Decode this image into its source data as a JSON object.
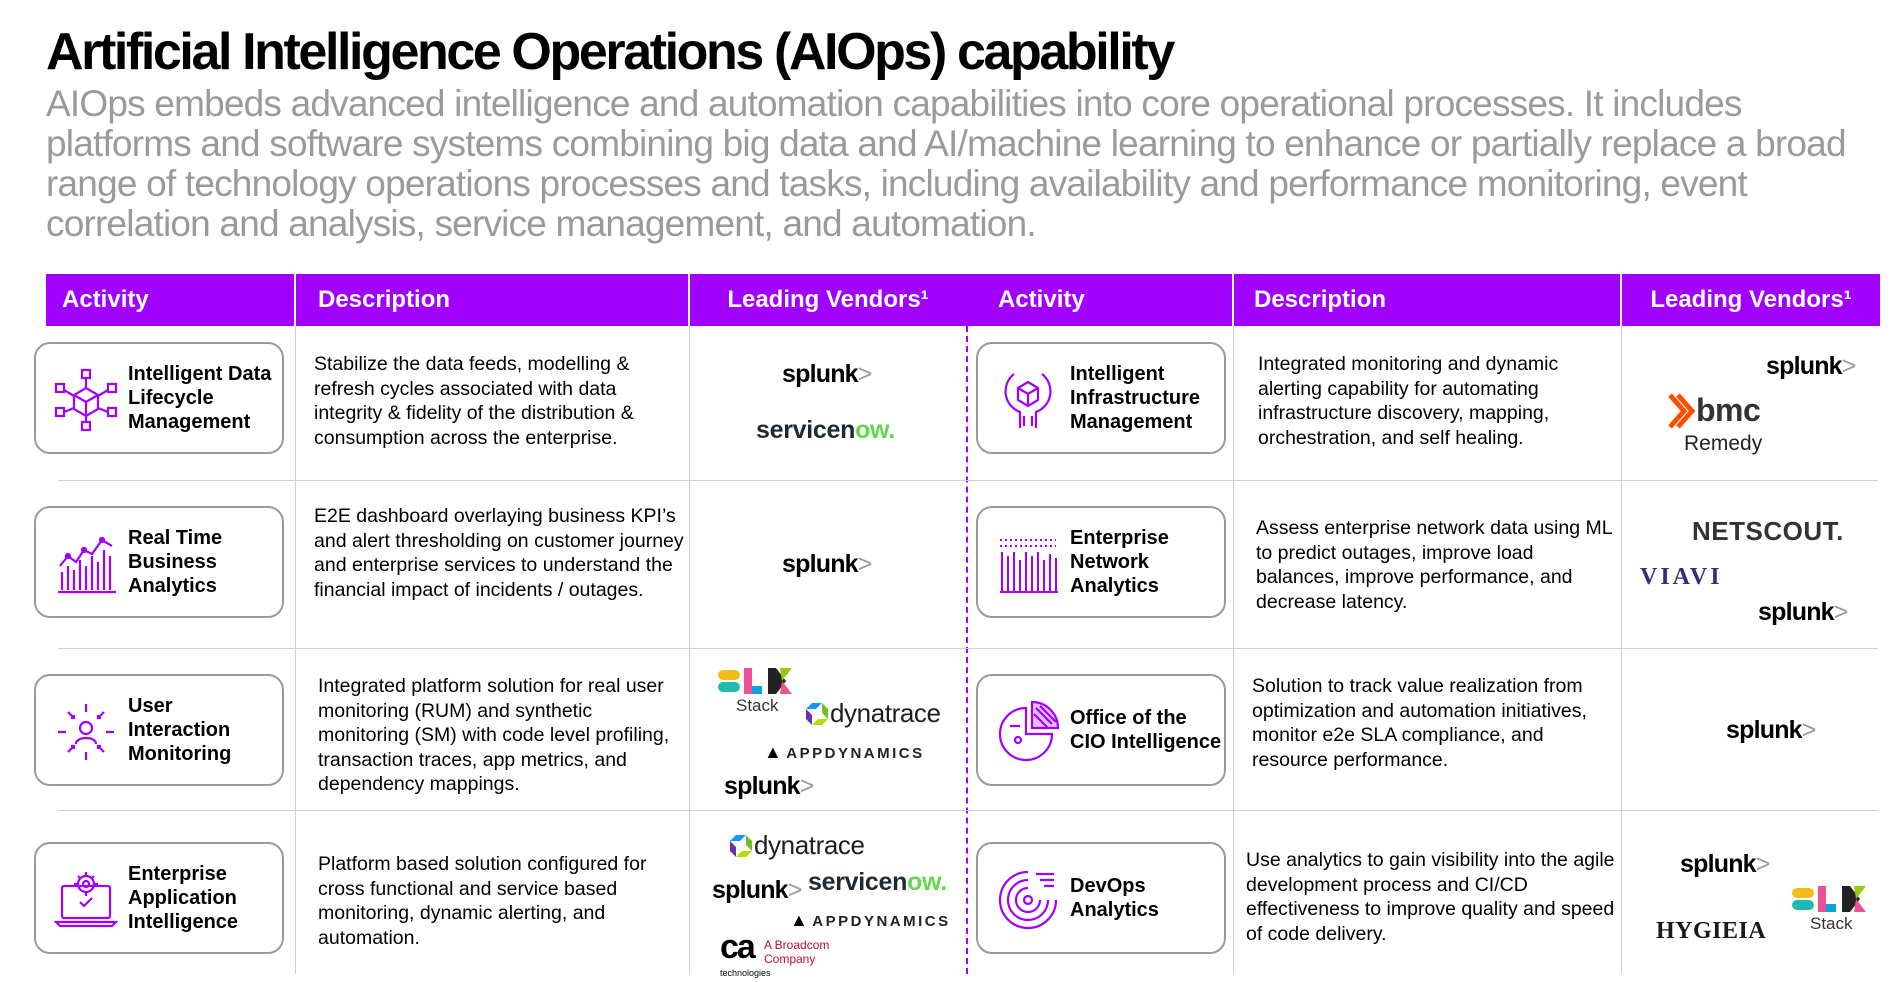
{
  "title": "Artificial Intelligence Operations (AIOps) capability",
  "subtitle": "AIOps embeds advanced intelligence and automation capabilities into core operational processes. It includes platforms and software systems combining big data and AI/machine learning to enhance or partially replace a broad range of technology operations processes and  tasks, including availability and performance monitoring, event correlation and analysis, service management, and automation.",
  "headers": {
    "activity": "Activity",
    "description": "Description",
    "vendors": "Leading Vendors¹"
  },
  "accent": "#a100ff",
  "left": [
    {
      "activity": "Intelligent Data Lifecycle Management",
      "icon": "data-cube-network-icon",
      "description": "Stabilize the data feeds, modelling & refresh cycles associated with data integrity & fidelity of the distribution & consumption across the enterprise."
    },
    {
      "activity": "Real Time Business Analytics",
      "icon": "bar-chart-trend-icon",
      "description": "E2E dashboard overlaying business KPI’s and alert thresholding on customer journey and enterprise services to understand the financial impact of incidents / outages."
    },
    {
      "activity": "User Interaction Monitoring",
      "icon": "user-focus-icon",
      "description": "Integrated platform solution for real user monitoring (RUM) and synthetic monitoring (SM) with code level profiling, transaction traces, app metrics, and dependency mappings."
    },
    {
      "activity": "Enterprise Application Intelligence",
      "icon": "laptop-gear-icon",
      "description": "Platform based solution configured for cross functional and service based monitoring, dynamic alerting, and automation."
    }
  ],
  "right": [
    {
      "activity": "Intelligent Infrastructure Management",
      "icon": "wrench-cube-icon",
      "description": "Integrated monitoring and dynamic alerting capability for automating infrastructure discovery, mapping, orchestration, and self healing."
    },
    {
      "activity": "Enterprise Network Analytics",
      "icon": "network-bars-icon",
      "description": "Assess enterprise network data using ML to predict outages, improve load balances, improve performance, and decrease latency."
    },
    {
      "activity": "Office of the CIO Intelligence",
      "icon": "pie-chart-icon",
      "description": "Solution to track value realization from optimization and automation initiatives, monitor e2e SLA compliance, and resource performance."
    },
    {
      "activity": "DevOps Analytics",
      "icon": "concentric-arcs-icon",
      "description": "Use analytics to gain visibility into the agile development process and CI/CD effectiveness to improve quality and speed of code delivery."
    }
  ],
  "vendors": {
    "splunk": "splunk",
    "splunk_arrow": ">",
    "servicenow_a": "servicen",
    "servicenow_b": "ow",
    "servicenow_c": ".",
    "bmc": "bmc",
    "remedy": "Remedy",
    "netscout": "NETSCOUT.",
    "viavi": "VIAVI",
    "elk_stack": "Stack",
    "dynatrace": "dynatrace",
    "appdynamics": "APPDYNAMICS",
    "ca": "ca",
    "ca_sub": "technologies",
    "broadcom_a": "A Broadcom",
    "broadcom_b": "Company",
    "hygieia": "HYGIEIA"
  }
}
